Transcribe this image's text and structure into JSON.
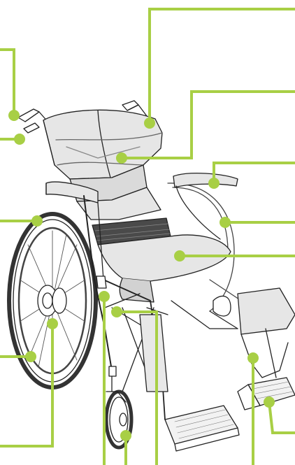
{
  "colors": {
    "background": "#ffffff",
    "line": "#222222",
    "callout": "#a8cf45",
    "cushion": "#e6e6e6",
    "cushion_dark": "#cfcfcf",
    "mesh": "#4a4a4a",
    "tire": "#333333"
  },
  "figure": {
    "subject": "wheelchair",
    "labels": []
  },
  "callouts": [
    {
      "part": "handle-grip"
    },
    {
      "part": "brake-lever"
    },
    {
      "part": "backrest-top"
    },
    {
      "part": "backrest"
    },
    {
      "part": "armrest"
    },
    {
      "part": "side-guard"
    },
    {
      "part": "seat-cushion"
    },
    {
      "part": "rear-wheel-rim"
    },
    {
      "part": "hand-rim"
    },
    {
      "part": "wheel-axle"
    },
    {
      "part": "frame-pipe"
    },
    {
      "part": "cross-brace"
    },
    {
      "part": "caster"
    },
    {
      "part": "leg-support"
    },
    {
      "part": "footplate"
    }
  ]
}
